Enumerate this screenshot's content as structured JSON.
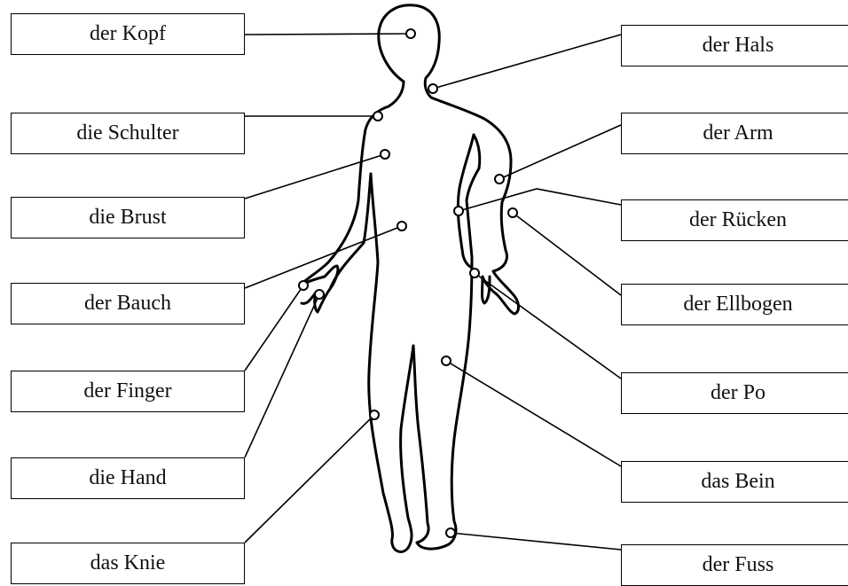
{
  "labels": {
    "left": [
      "der Kopf",
      "die Schulter",
      "die Brust",
      "der Bauch",
      "der Finger",
      "die Hand",
      "das Knie"
    ],
    "right": [
      "der Hals",
      "der Arm",
      "der Rücken",
      "der Ellbogen",
      "der Po",
      "das Bein",
      "der Fuss"
    ]
  },
  "colors": {
    "line": "#000000",
    "background": "#ffffff"
  }
}
